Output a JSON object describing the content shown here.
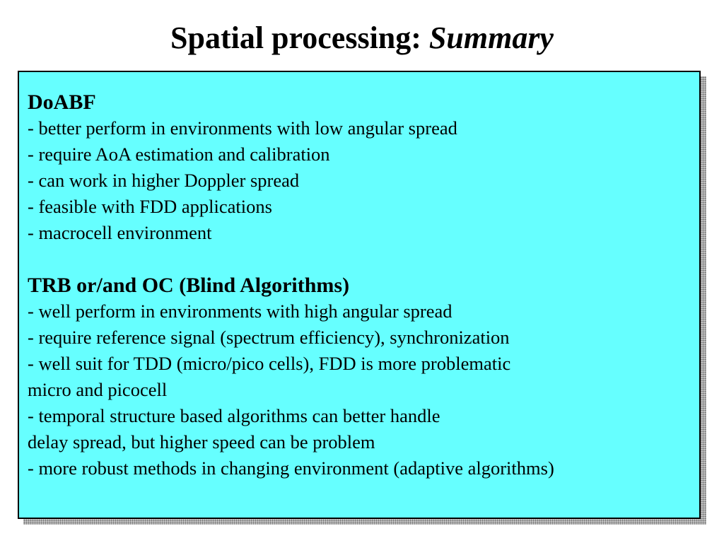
{
  "slide": {
    "title_main": "Spatial processing: ",
    "title_emphasis": "Summary"
  },
  "sections": [
    {
      "heading": "DoABF",
      "lines": [
        "- better perform in environments with low angular spread",
        "-  require AoA estimation and calibration",
        "- can work in higher Doppler spread",
        "-  feasible with FDD applications",
        "- macrocell environment"
      ]
    },
    {
      "heading": "TRB or/and OC (Blind Algorithms)",
      "lines": [
        "- well perform in environments with high angular spread",
        "- require reference signal (spectrum efficiency), synchronization",
        "- well suit for TDD (micro/pico cells), FDD is more problematic",
        "micro and picocell",
        "- temporal structure based algorithms can better handle",
        "delay spread, but higher speed can be problem",
        "- more robust methods in changing environment (adaptive algorithms)"
      ]
    }
  ],
  "colors": {
    "box_background": "#66ffff",
    "box_border": "#000000",
    "shadow": "#8a8a8a"
  }
}
